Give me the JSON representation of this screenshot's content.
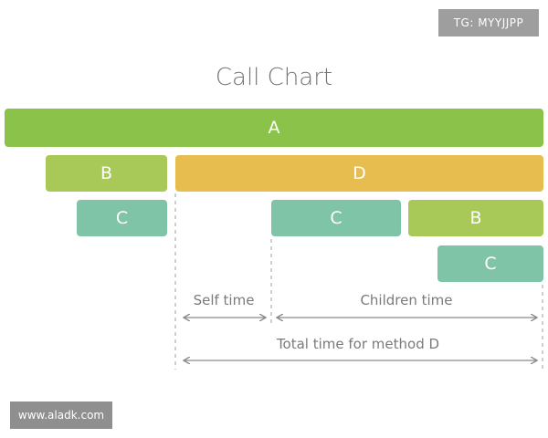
{
  "watermarks": {
    "top_right": "TG: MYYJJPP",
    "bottom_left": "www.aladk.com"
  },
  "diagram": {
    "title": "Call Chart",
    "colors": {
      "green": "#8bc34a",
      "lime": "#a8c957",
      "amber": "#e7bd4f",
      "teal": "#7fc4a6",
      "text_gray": "#757575",
      "line_gray": "#9e9e9e"
    },
    "bars": [
      {
        "id": "a",
        "label": "A",
        "color": "#8bc34a"
      },
      {
        "id": "b1",
        "label": "B",
        "color": "#a8c957"
      },
      {
        "id": "d",
        "label": "D",
        "color": "#e7bd4f"
      },
      {
        "id": "c1",
        "label": "C",
        "color": "#7fc4a6"
      },
      {
        "id": "c2",
        "label": "C",
        "color": "#7fc4a6"
      },
      {
        "id": "b2",
        "label": "B",
        "color": "#a8c957"
      },
      {
        "id": "c3",
        "label": "C",
        "color": "#7fc4a6"
      }
    ],
    "annotations": {
      "self_time": "Self time",
      "children_time": "Children time",
      "total_time": "Total time for method D"
    }
  }
}
